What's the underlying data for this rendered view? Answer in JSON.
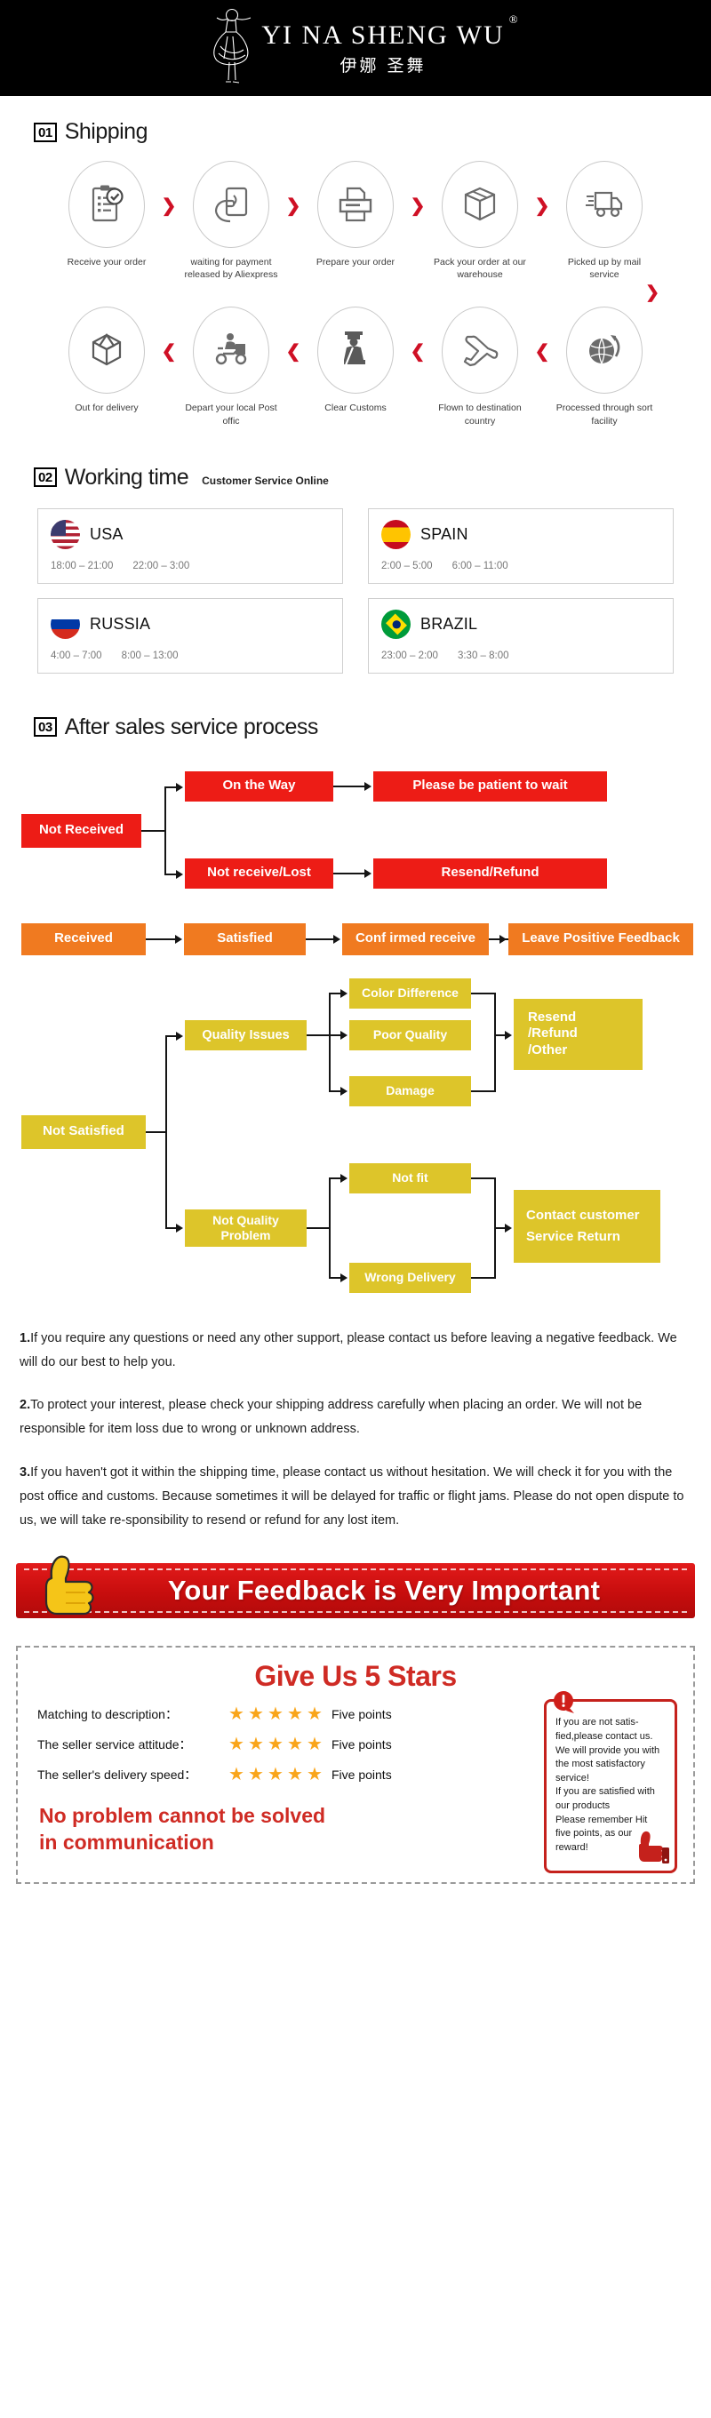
{
  "header": {
    "brand_en": "YI NA SHENG WU",
    "registered_mark": "®",
    "brand_cn": "伊娜 圣舞",
    "logo_icon": "dancer-silhouette-icon"
  },
  "shipping": {
    "number": "01",
    "title": "Shipping",
    "row1_separator": "chevron-right-icon",
    "row2_separator": "chevron-left-icon",
    "turn_icon": "chevron-down-icon",
    "steps_row1": [
      {
        "icon": "clipboard-check-icon",
        "label": "Receive your order"
      },
      {
        "icon": "hand-card-icon",
        "label": "waiting for payment released by Aliexpress"
      },
      {
        "icon": "printer-icon",
        "label": "Prepare your order"
      },
      {
        "icon": "package-box-icon",
        "label": "Pack your order at our warehouse"
      },
      {
        "icon": "delivery-truck-icon",
        "label": "Picked up by mail service"
      }
    ],
    "steps_row2": [
      {
        "icon": "open-box-icon",
        "label": "Out for delivery"
      },
      {
        "icon": "scooter-courier-icon",
        "label": "Depart your local Post offic"
      },
      {
        "icon": "customs-officer-icon",
        "label": "Clear Customs"
      },
      {
        "icon": "airplane-icon",
        "label": "Flown to destination country"
      },
      {
        "icon": "globe-icon",
        "label": "Processed through sort facility"
      }
    ]
  },
  "working_time": {
    "number": "02",
    "title": "Working time",
    "subtitle": "Customer Service Online",
    "countries": [
      {
        "flag": "flag-usa-icon",
        "name": "USA",
        "slot1": "18:00 – 21:00",
        "slot2": "22:00 – 3:00"
      },
      {
        "flag": "flag-spain-icon",
        "name": "SPAIN",
        "slot1": "2:00 – 5:00",
        "slot2": "6:00 – 11:00"
      },
      {
        "flag": "flag-russia-icon",
        "name": "RUSSIA",
        "slot1": "4:00 – 7:00",
        "slot2": "8:00 – 13:00"
      },
      {
        "flag": "flag-brazil-icon",
        "name": "BRAZIL",
        "slot1": "23:00 – 2:00",
        "slot2": "3:30 – 8:00"
      }
    ]
  },
  "after_sales": {
    "number": "03",
    "title": "After sales service process",
    "colors": {
      "red": "#ed1c16",
      "orange": "#f07a20",
      "yellow": "#ddc52a"
    },
    "red_flow": {
      "root": "Not Received",
      "branch_top": "On the Way",
      "branch_top_result": "Please be patient to wait",
      "branch_bottom": "Not receive/Lost",
      "branch_bottom_result": "Resend/Refund"
    },
    "orange_flow": [
      "Received",
      "Satisfied",
      "Conf irmed receive",
      "Leave Positive Feedback"
    ],
    "yellow_flow": {
      "root": "Not Satisfied",
      "group_a": "Quality Issues",
      "group_a_items": [
        "Color Difference",
        "Poor Quality",
        "Damage"
      ],
      "group_a_result": "Resend\n/Refund\n/Other",
      "group_b": "Not Quality Problem",
      "group_b_items": [
        "Not fit",
        "Wrong Delivery"
      ],
      "group_b_result": "Contact customer Service Return"
    }
  },
  "notes": [
    {
      "num": "1.",
      "text": "If you require any questions or need any other support, please contact us before leaving a negative feedback. We will do our best to help you."
    },
    {
      "num": "2.",
      "text": "To protect your interest, please check your shipping address carefully when placing an order. We will not be responsible for item loss due to wrong or unknown address."
    },
    {
      "num": "3.",
      "text": "If you haven't got it within the shipping time, please contact us without hesitation. We will check it for you with the post office and customs. Because sometimes it will be delayed for traffic or flight jams. Please do not open dispute to us, we will take re-sponsibility to resend or refund for any lost item."
    }
  ],
  "feedback_banner": {
    "text": "Your Feedback is Very Important",
    "icon": "thumbs-up-icon",
    "bg_color": "#c70d0d"
  },
  "stars_section": {
    "title": "Give Us 5 Stars",
    "title_color": "#cf2b24",
    "star_icon": "star-icon",
    "star_count": 5,
    "rows": [
      {
        "label": "Matching to description：",
        "points": "Five points"
      },
      {
        "label": "The seller service attitude：",
        "points": "Five points"
      },
      {
        "label": "The seller's delivery speed：",
        "points": "Five points"
      }
    ],
    "slogan": "No problem cannot be solved in communication",
    "warning": {
      "icon": "exclamation-bubble-icon",
      "thumb_icon": "thumbs-up-icon",
      "text": "If you are not satis-fied,please contact us. We will provide you with the most satisfactory service!\nIf you are satisfied with our products\nPlease remember Hit five points, as our reward!"
    }
  }
}
